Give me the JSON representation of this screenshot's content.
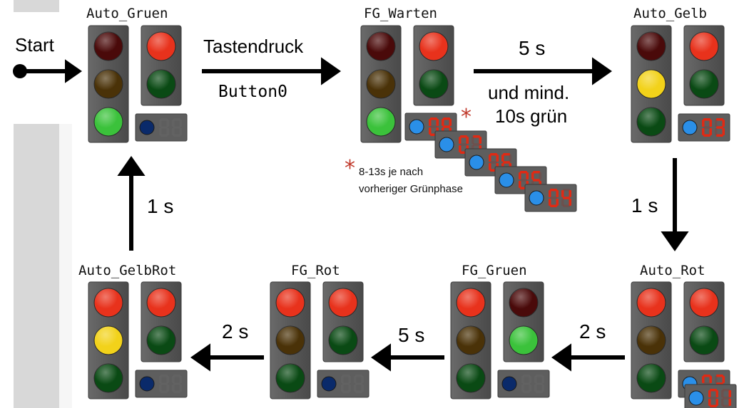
{
  "states": {
    "auto_gruen": "Auto_Gruen",
    "fg_warten": "FG_Warten",
    "auto_gelb": "Auto_Gelb",
    "auto_rot": "Auto_Rot",
    "fg_gruen": "FG_Gruen",
    "fg_rot": "FG_Rot",
    "auto_gelbrot": "Auto_GelbRot"
  },
  "transitions": {
    "start": "Start",
    "tastendruck": "Tastendruck",
    "button": "Button0",
    "five_s_top": "5 s",
    "und_mind": "und mind.",
    "ten_s": "10s grün",
    "one_s_right": "1 s",
    "two_s_right": "2 s",
    "five_s_bottom": "5 s",
    "two_s_left": "2 s",
    "one_s_left": "1 s"
  },
  "note": {
    "star": "*",
    "line1": "8-13s je nach",
    "line2": "vorheriger Grünphase"
  },
  "counters": {
    "fg_warten_sequence": [
      "08",
      "07",
      "06",
      "05",
      "04"
    ],
    "auto_gelb": "03",
    "auto_rot_sequence": [
      "02",
      "01"
    ]
  },
  "colors": {
    "red_on": "#e8321c",
    "red_off": "#4a0a0a",
    "yellow_on": "#f2d21a",
    "yellow_off": "#4a3208",
    "green_on": "#3bc23b",
    "green_off": "#0a4a14",
    "housing": "#5a5a5a",
    "digit_on": "#e02a14",
    "digit_off": "#666666",
    "indicator_on": "#2a8fe8",
    "indicator_off": "#0a2a6a"
  }
}
